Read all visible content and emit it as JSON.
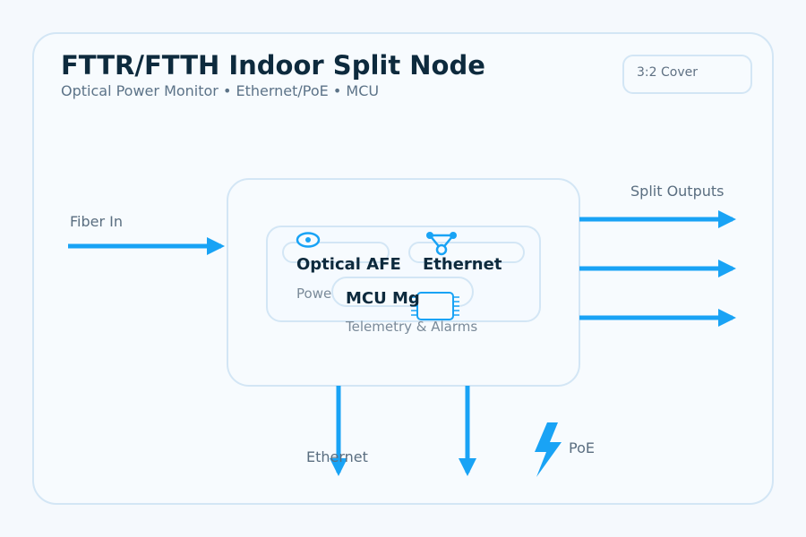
{
  "header": {
    "title": "FTTR/FTTH Indoor Split Node",
    "subtitle": "Optical Power Monitor • Ethernet/PoE • MCU",
    "badge": "3:2 Cover"
  },
  "inputs": {
    "fiber_label": "Fiber In"
  },
  "outputs": {
    "split_label": "Split Outputs",
    "arrow_count": 3
  },
  "node": {
    "optical_afe": {
      "title": "Optical AFE",
      "subtitle": "Powe",
      "icon": "eye-icon"
    },
    "ethernet": {
      "title": "Ethernet",
      "icon": "network-topology-icon"
    },
    "mcu": {
      "title": "MCU Mg",
      "subtitle": "Telemetry & Alarms",
      "icon": "chip-icon"
    }
  },
  "bottom": {
    "ethernet_label": "Ethernet",
    "poe_label": "PoE",
    "poe_icon": "lightning-bolt-icon"
  },
  "colors": {
    "accent": "#19a3f5",
    "panel_border": "#d3e6f5",
    "title": "#0d2a3d",
    "muted_text": "#5c7388",
    "background": "#f5f9fd"
  }
}
